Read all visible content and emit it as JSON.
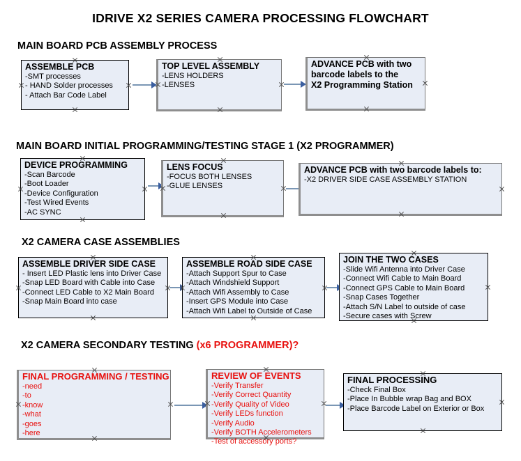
{
  "title": "IDRIVE X2  SERIES CAMERA PROCESSING FLOWCHART",
  "sections": [
    {
      "header": "MAIN BOARD PCB ASSEMBLY PROCESS",
      "header_red": "",
      "boxes": [
        {
          "title": "ASSEMBLE PCB",
          "lines": [
            "-SMT processes",
            "- HAND Solder processes",
            "- Attach Bar Code Label"
          ]
        },
        {
          "title": "TOP LEVEL ASSEMBLY",
          "lines": [
            "-LENS HOLDERS",
            "-LENSES"
          ]
        },
        {
          "title": "ADVANCE PCB with two",
          "lines": [
            "barcode labels to the",
            " X2 Programming Station"
          ]
        }
      ]
    },
    {
      "header": "MAIN BOARD INITIAL PROGRAMMING/TESTING STAGE 1 (X2 PROGRAMMER)",
      "header_red": "",
      "boxes": [
        {
          "title": "DEVICE PROGRAMMING",
          "lines": [
            "-Scan Barcode",
            "-Boot Loader",
            "-Device Configuration",
            "-Test Wired Events",
            "-AC SYNC"
          ]
        },
        {
          "title": "LENS FOCUS",
          "lines": [
            "-FOCUS BOTH LENSES",
            "-GLUE LENSES"
          ]
        },
        {
          "title": "ADVANCE PCB with two barcode labels to:",
          "lines": [
            "-X2 DRIVER  SIDE  CASE  ASSEMBLY STATION"
          ]
        }
      ]
    },
    {
      "header": "X2 CAMERA CASE ASSEMBLIES",
      "header_red": "",
      "boxes": [
        {
          "title": "ASSEMBLE DRIVER SIDE CASE",
          "lines": [
            "- Insert LED Plastic lens into Driver Case",
            "-Snap LED Board with Cable into Case",
            "-Connect LED Cable to X2 Main Board",
            "-Snap Main Board into case"
          ]
        },
        {
          "title": "ASSEMBLE ROAD SIDE CASE",
          "lines": [
            "-Attach Support Spur to Case",
            "-Attach Windshield Support",
            "-Attach Wifi Assembly to Case",
            "-Insert GPS Module into Case",
            "-Attach Wifi Label to Outside of Case"
          ]
        },
        {
          "title": "JOIN THE TWO CASES",
          "lines": [
            "-Slide Wifi Antenna into Driver Case",
            "-Connect Wifi Cable to Main Board",
            "-Connect GPS Cable to Main Board",
            "-Snap Cases Together",
            "-Attach S/N Label to outside of case",
            "-Secure cases with Screw"
          ]
        }
      ]
    },
    {
      "header": "X2 CAMERA SECONDARY TESTING ",
      "header_red": "(x6 PROGRAMMER)?",
      "boxes": [
        {
          "title": "FINAL PROGRAMMING / TESTING",
          "lines": [
            "-need",
            "-to",
            "-know",
            "-what",
            "-goes",
            "-here"
          ]
        },
        {
          "title": "REVIEW OF EVENTS",
          "lines": [
            "-Verify Transfer",
            "-Verify Correct Quantity",
            "-Verify Quality of Video",
            "-Verify LEDs function",
            "-Verify Audio",
            "-Verify BOTH Accelerometers",
            "-Test of accessory ports?"
          ]
        },
        {
          "title": "FINAL PROCESSING",
          "lines": [
            " -Check Final Box",
            "-Place In Bubble wrap Bag and BOX",
            "-Place Barcode Label on Exterior or Box"
          ]
        }
      ]
    }
  ],
  "colors": {
    "box_fill": "#e8edf6",
    "box_border": "#000000",
    "shadow_border": "#8e8e8e",
    "accent_red": "#e8110f",
    "connector": "#7a96b4",
    "arrowhead": "#3b5fa0"
  }
}
